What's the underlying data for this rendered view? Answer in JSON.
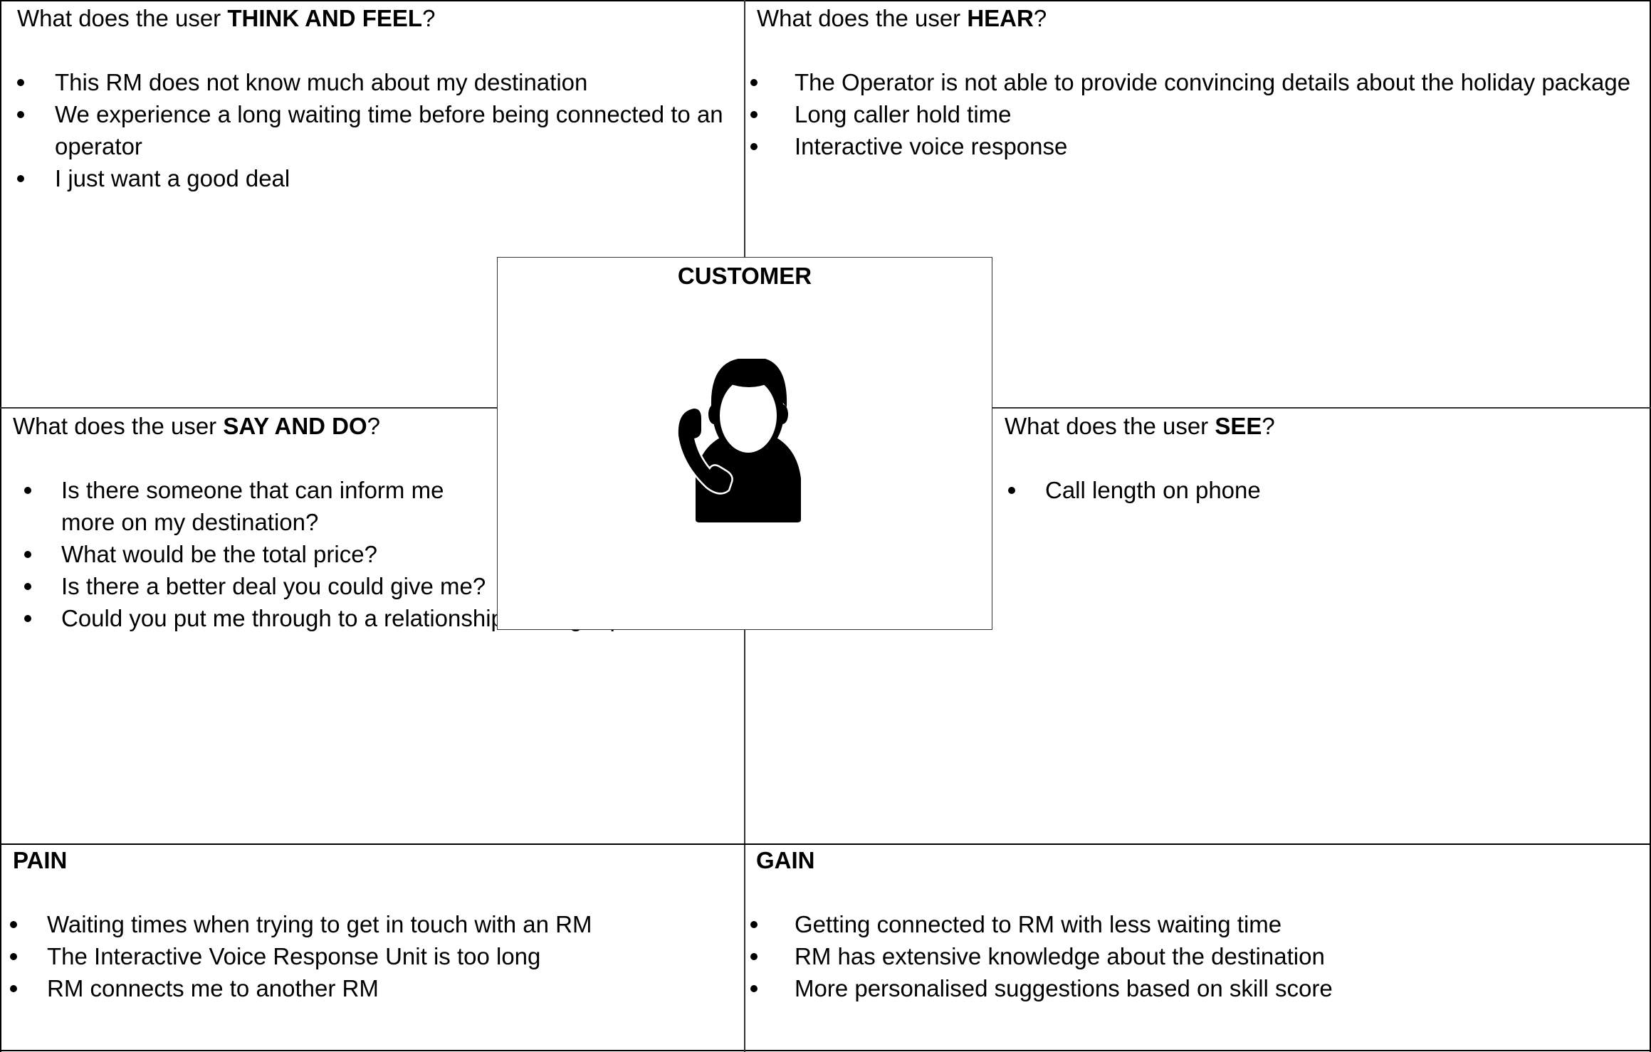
{
  "think_feel": {
    "heading_prefix": "What does the user ",
    "heading_bold": "THINK AND FEEL",
    "heading_suffix": "?",
    "items": [
      "This RM does not know much about my destination",
      "We experience a long waiting time before being connected to an operator",
      "I just want a good deal"
    ]
  },
  "hear": {
    "heading_prefix": "What does the user ",
    "heading_bold": "HEAR",
    "heading_suffix": "?",
    "items": [
      "The Operator is not able to provide convincing details about the holiday package",
      "Long caller hold time",
      "Interactive voice response"
    ]
  },
  "say_do": {
    "heading_prefix": "What does the user ",
    "heading_bold": "SAY AND DO",
    "heading_suffix": "?",
    "items": [
      "Is there someone that can inform me more on my destination?",
      "What would be the total price?",
      "Is there a better deal you could give me?",
      "Could you put me through to a relationship manager please?"
    ]
  },
  "see": {
    "heading_prefix": "What does the user ",
    "heading_bold": "SEE",
    "heading_suffix": "?",
    "items": [
      "Call length on phone"
    ]
  },
  "pain": {
    "heading": "PAIN",
    "items": [
      "Waiting times when trying to get in touch with an RM",
      "The Interactive Voice Response Unit is too long",
      "RM connects me to another RM"
    ]
  },
  "gain": {
    "heading": "GAIN",
    "items": [
      "Getting connected to RM with less waiting time",
      "RM has extensive knowledge about the destination",
      "More personalised suggestions based on skill score"
    ]
  },
  "center": {
    "title": "CUSTOMER",
    "icon": "customer-phone-icon"
  }
}
